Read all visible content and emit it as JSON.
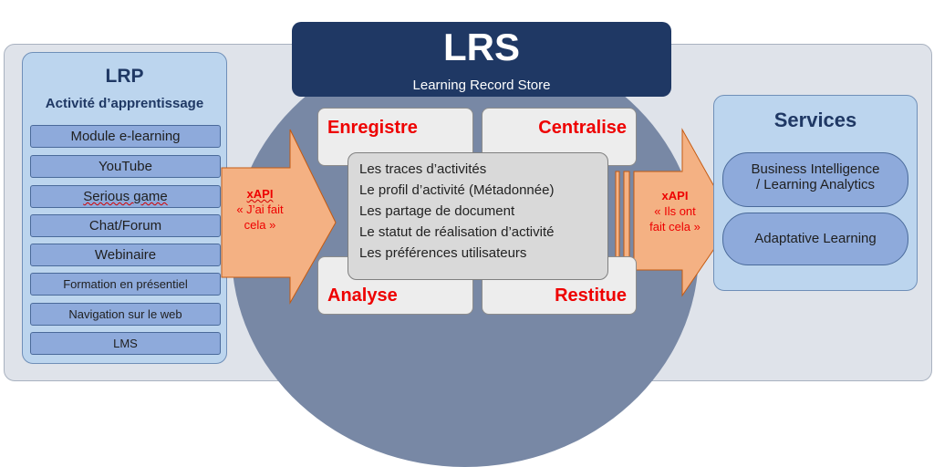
{
  "lrs": {
    "title": "LRS",
    "subtitle": "Learning Record Store"
  },
  "lrp": {
    "title": "LRP",
    "subtitle": "Activité d’apprentissage",
    "items": [
      "Module e-learning",
      "YouTube",
      "Serious game",
      "Chat/Forum",
      "Webinaire",
      "Formation en présentiel",
      "Navigation sur le web",
      "LMS"
    ]
  },
  "xapi_in": {
    "label": "xAPI",
    "line1": "« J’ai fait",
    "line2": "cela »"
  },
  "xapi_out": {
    "label": "xAPI",
    "line1": "« Ils ont",
    "line2": "fait cela »"
  },
  "actions": {
    "top_left": "Enregistre",
    "top_right": "Centralise",
    "bottom_left": "Analyse",
    "bottom_right": "Restitue"
  },
  "center_lines": [
    "Les traces d’activités",
    "Le profil d’activité (Métadonnée)",
    "Les partage de document",
    "Le statut de réalisation d’activité",
    "Les préférences utilisateurs"
  ],
  "services": {
    "title": "Services",
    "bi_line1": "Business Intelligence",
    "bi_line2": "/ Learning Analytics",
    "adaptive": "Adaptative Learning"
  },
  "colors": {
    "navy": "#1f3864",
    "circle": "#7888a5",
    "light_blue": "#bcd5ee",
    "item_blue": "#8eaadb",
    "arrow": "#f4b183",
    "red": "#ee0000"
  }
}
